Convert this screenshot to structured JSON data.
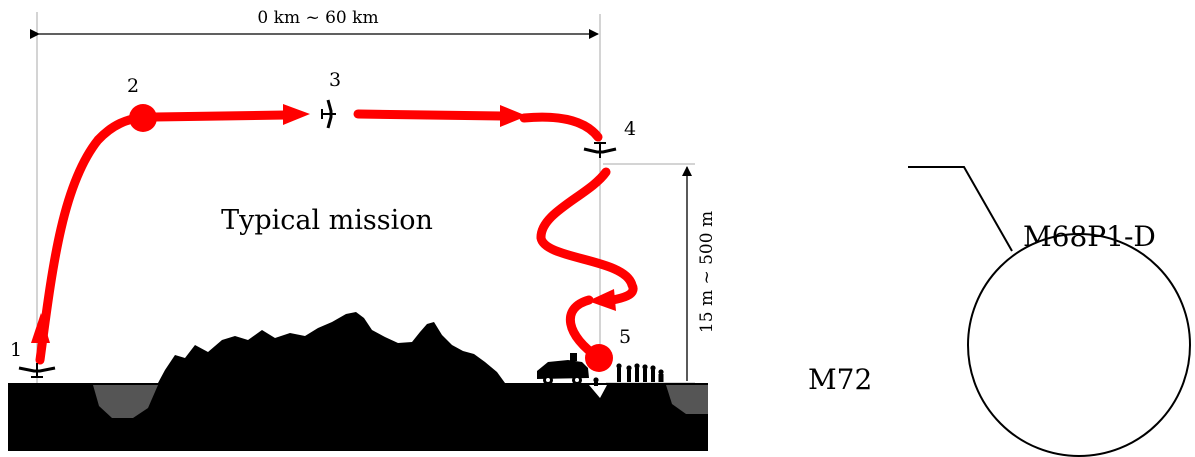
{
  "diagram": {
    "range_label": "0 km ~ 60 km",
    "altitude_label": "15 m ~ 500 m",
    "mission_label": "Typical mission",
    "waypoints": [
      "1",
      "2",
      "3",
      "4",
      "5"
    ],
    "model_right_label": "M68P1-D",
    "model_left_label": "M72",
    "colors": {
      "flight_path": "#ff0000",
      "terrain": "#000000",
      "water": "#555555",
      "guide_lines": "#aaaaaa"
    },
    "icons": [
      "aircraft-icon",
      "vehicle-icon",
      "soldiers-icon",
      "target-marker"
    ]
  }
}
